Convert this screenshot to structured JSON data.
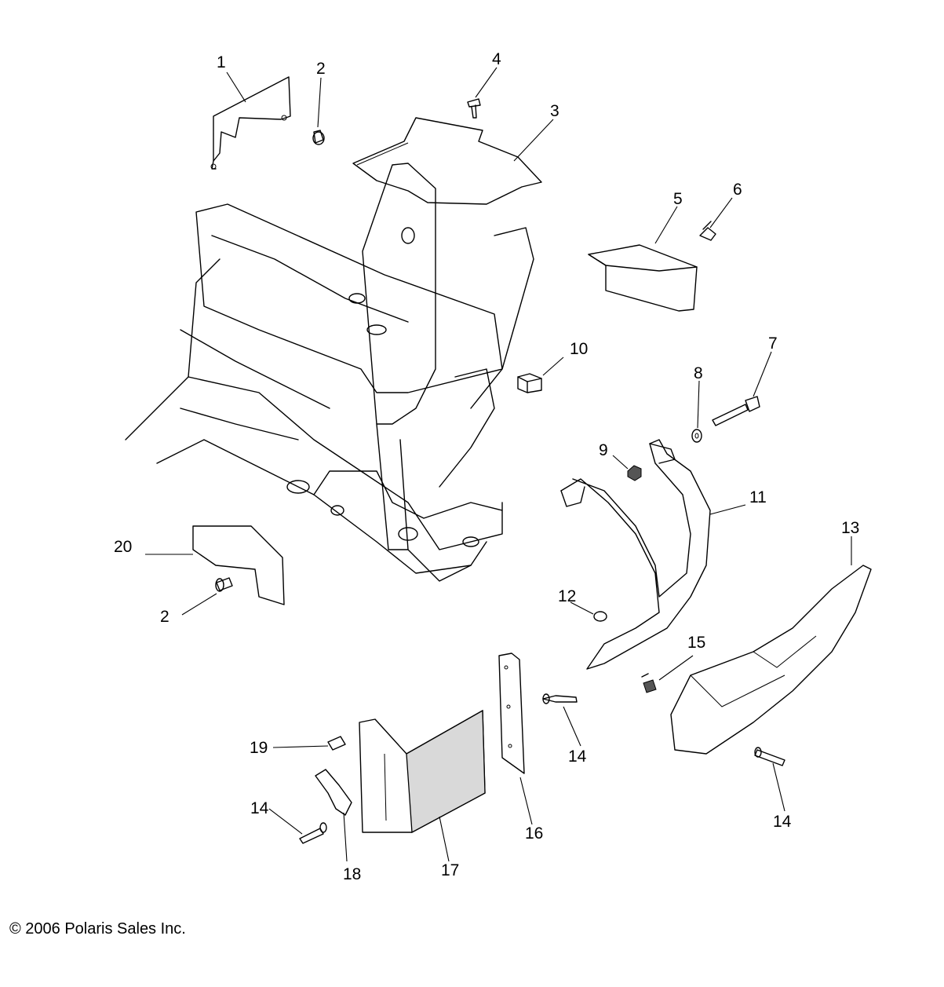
{
  "callouts": [
    {
      "id": "c1",
      "label": "1"
    },
    {
      "id": "c2a",
      "label": "2"
    },
    {
      "id": "c2b",
      "label": "2"
    },
    {
      "id": "c3",
      "label": "3"
    },
    {
      "id": "c4",
      "label": "4"
    },
    {
      "id": "c5",
      "label": "5"
    },
    {
      "id": "c6",
      "label": "6"
    },
    {
      "id": "c7",
      "label": "7"
    },
    {
      "id": "c8",
      "label": "8"
    },
    {
      "id": "c9",
      "label": "9"
    },
    {
      "id": "c10",
      "label": "10"
    },
    {
      "id": "c11",
      "label": "11"
    },
    {
      "id": "c12",
      "label": "12"
    },
    {
      "id": "c13",
      "label": "13"
    },
    {
      "id": "c14a",
      "label": "14"
    },
    {
      "id": "c14b",
      "label": "14"
    },
    {
      "id": "c14c",
      "label": "14"
    },
    {
      "id": "c15",
      "label": "15"
    },
    {
      "id": "c16",
      "label": "16"
    },
    {
      "id": "c17",
      "label": "17"
    },
    {
      "id": "c18",
      "label": "18"
    },
    {
      "id": "c19",
      "label": "19"
    },
    {
      "id": "c20",
      "label": "20"
    }
  ],
  "copyright": "© 2006 Polaris Sales Inc."
}
